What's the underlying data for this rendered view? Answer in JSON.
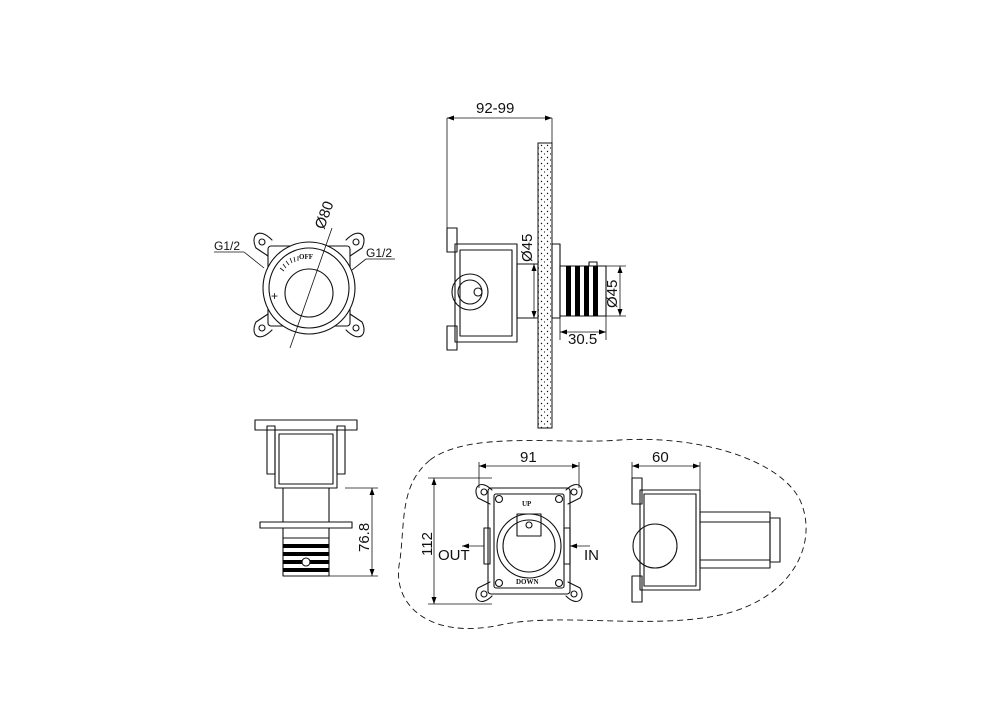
{
  "labels": {
    "g12_left": "G1/2",
    "g12_right": "G1/2",
    "dia80": "Ø80",
    "off": "OFF",
    "plus": "+",
    "dim_92_99": "92-99",
    "dia45_top": "Ø45",
    "dia45_right": "Ø45",
    "dim_30_5": "30.5",
    "dim_76_8": "76.8",
    "dim_91": "91",
    "dim_60": "60",
    "dim_112": "112",
    "out": "OUT",
    "in": "IN",
    "up": "UP",
    "down": "DOWN"
  },
  "colors": {
    "line": "#111111",
    "background": "#ffffff"
  }
}
